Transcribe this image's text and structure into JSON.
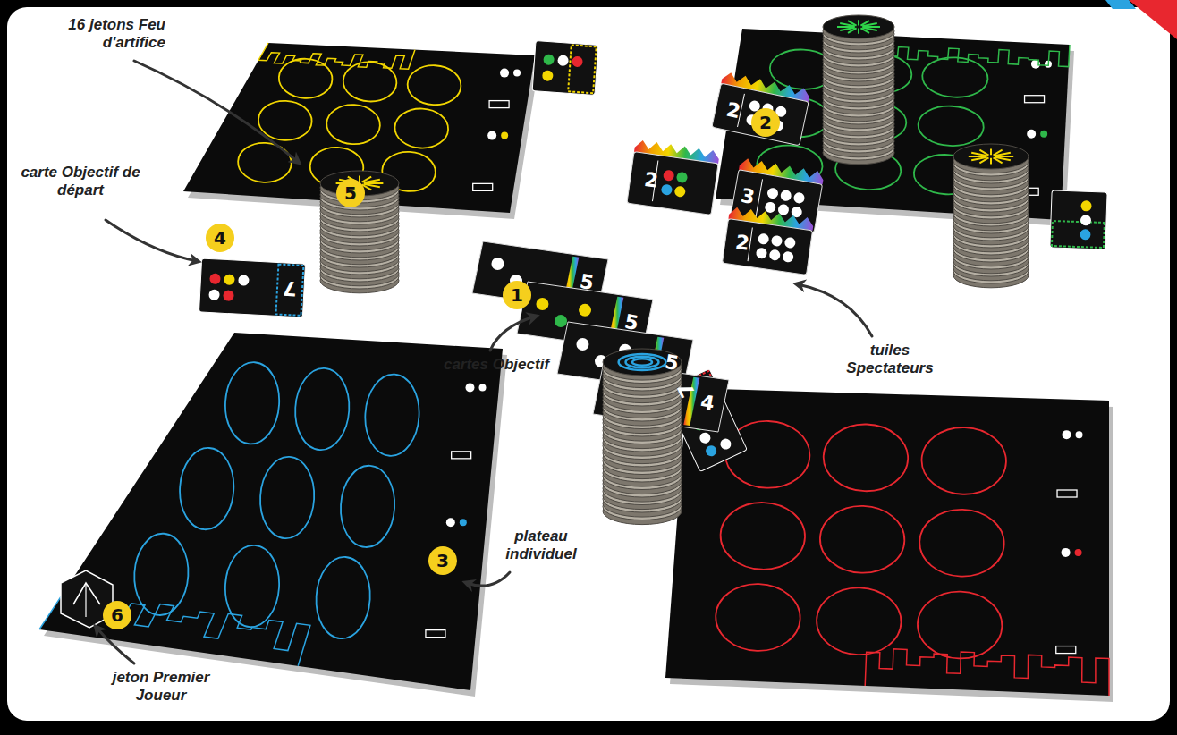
{
  "diagram": {
    "labels": [
      "16 jetons Feu d'artifice",
      "5",
      "carte Objectif de départ",
      "4",
      "1",
      "cartes Objectif",
      "2",
      "tuiles Spectateurs",
      "3",
      "plateau individuel",
      "6",
      "jeton Premier Joueur",
      "5",
      "5",
      "5",
      "4",
      "2",
      "2",
      "3",
      "2",
      "7",
      "7"
    ]
  }
}
